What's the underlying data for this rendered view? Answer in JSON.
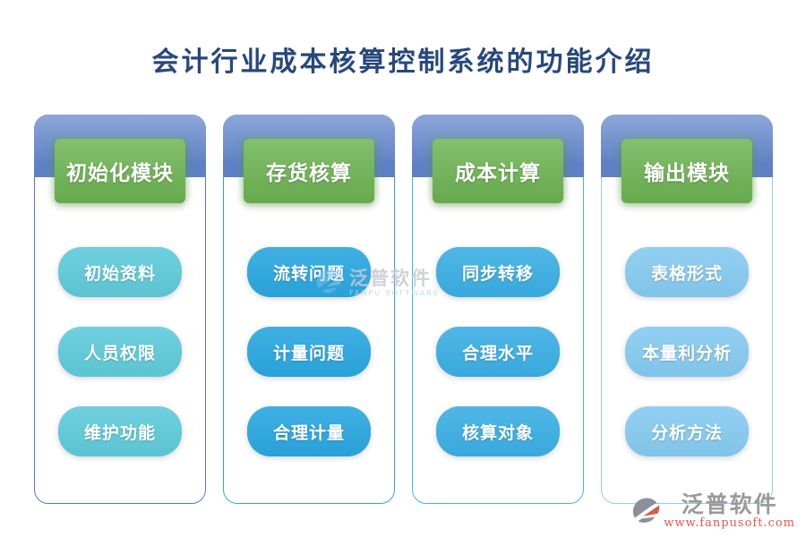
{
  "title": "会计行业成本核算控制系统的功能介绍",
  "theme": {
    "background": "#ffffff",
    "title_color": "#27487d",
    "band_top": "#8ea7da",
    "band_bottom": "#5e80c4",
    "header_green": "#6cb351"
  },
  "cards": [
    {
      "header": "初始化模块",
      "items": [
        "初始资料",
        "人员权限",
        "维护功能"
      ],
      "item_color": "#5fcbda",
      "border_color": "#4a7bc8"
    },
    {
      "header": "存货核算",
      "items": [
        "流转问题",
        "计量问题",
        "合理计量"
      ],
      "item_color": "#2aa7e0",
      "border_color": "#2aa7e0"
    },
    {
      "header": "成本计算",
      "items": [
        "同步转移",
        "合理水平",
        "核算对象"
      ],
      "item_color": "#3bafe4",
      "border_color": "#3fb6e8"
    },
    {
      "header": "输出模块",
      "items": [
        "表格形式",
        "本量利分析",
        "分析方法"
      ],
      "item_color": "#86cbf1",
      "border_color": "#8fcef0"
    }
  ],
  "watermark": {
    "name": "泛普软件",
    "subtitle": "FANPU SOFTWARE",
    "icon_color": "#7fc3e8"
  },
  "brand": {
    "name": "泛普软件",
    "url": "www.fanpusoft.com",
    "name_color": "#9a9a9a",
    "url_color": "#e2574c",
    "icon_gray": "#8a8f99",
    "icon_red": "#d95b43"
  }
}
